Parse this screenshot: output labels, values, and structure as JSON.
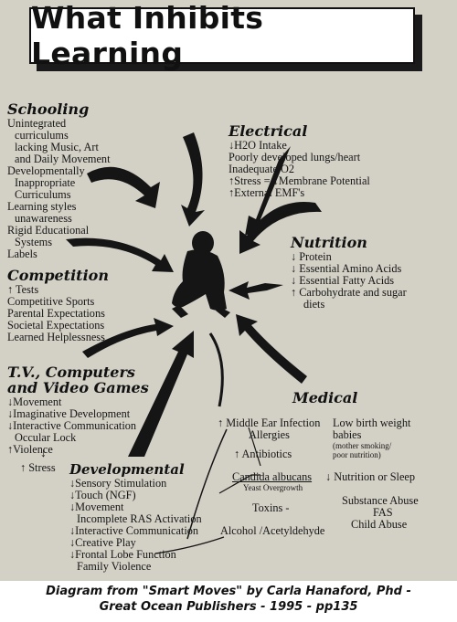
{
  "title": "What Inhibits Learning",
  "caption": {
    "line1": "Diagram from \"Smart Moves\" by Carla Hanaford, Phd -",
    "line2": "Great Ocean Publishers - 1995 - pp135"
  },
  "schooling": {
    "heading": "Schooling",
    "items": [
      "Unintegrated",
      "curriculums",
      "lacking Music, Art",
      "and Daily Movement",
      "Developmentally",
      "Inappropriate",
      "Curriculums",
      "Learning styles",
      "unawareness",
      "Rigid Educational",
      "Systems",
      "Labels"
    ]
  },
  "electrical": {
    "heading": "Electrical",
    "items": [
      "↓H2O Intake",
      "Poorly developed lungs/heart",
      "Inadequate O2",
      "↑Stress = ↓Membrane Potential",
      "↑External EMF's"
    ]
  },
  "nutrition": {
    "heading": "Nutrition",
    "items": [
      "↓ Protein",
      "↓ Essential Amino Acids",
      "↓ Essential Fatty Acids",
      "↑ Carbohydrate and sugar",
      "diets"
    ]
  },
  "competition": {
    "heading": "Competition",
    "items": [
      "↑ Tests",
      "Competitive Sports",
      "Parental Expectations",
      "Societal Expectations",
      "Learned Helplessness"
    ]
  },
  "tv": {
    "heading_line1": "T.V., Computers",
    "heading_line2": "and Video Games",
    "items": [
      "↓Movement",
      "↓Imaginative Development",
      "↓Interactive Communication",
      "Occular Lock",
      "↑Violence"
    ],
    "stress_arrow": "↓",
    "stress": "↑ Stress"
  },
  "developmental": {
    "heading": "Developmental",
    "items": [
      "↓Sensory Stimulation",
      "↓Touch (NGF)",
      "↓Movement",
      "Incomplete RAS Activation",
      "↓Interactive Communication",
      "↓Creative Play",
      "↓Frontal Lobe Function",
      "Family Violence"
    ]
  },
  "medical": {
    "heading": "Medical",
    "middle_ear": "↑ Middle Ear Infection",
    "allergies": "Allergies",
    "antibiotics": "↑ Antibiotics",
    "candida": "Candida albucans",
    "yeast": "Yeast Overgrowth",
    "toxins": "Toxins -",
    "alcohol": "Alcohol /Acetyldehyde",
    "low_birth_1": "Low birth weight",
    "low_birth_2": "babies",
    "low_birth_note_1": "(mother smoking/",
    "low_birth_note_2": "poor nutrition)",
    "nutrition_sleep": "↓ Nutrition or Sleep",
    "substance": "Substance Abuse",
    "fas": "FAS",
    "child_abuse": "Child Abuse"
  },
  "colors": {
    "ink": "#151515",
    "paper": "#d3d0c6",
    "box": "#ffffff"
  }
}
